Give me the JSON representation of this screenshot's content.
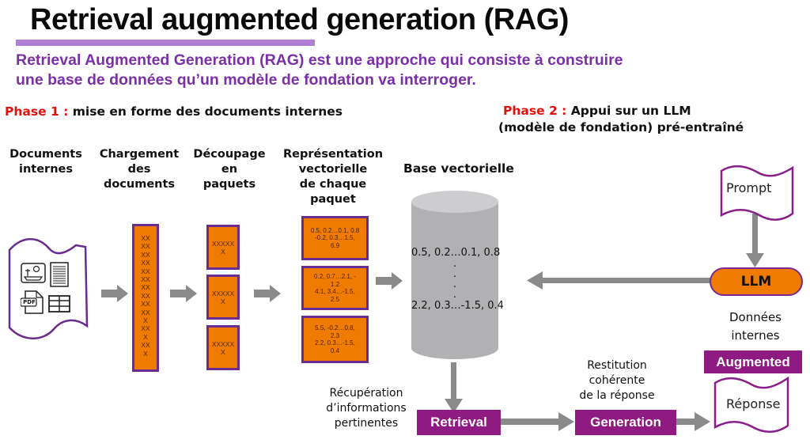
{
  "header": {
    "title": "Retrieval augmented generation (RAG)",
    "subtitle_line1": "Retrieval Augmented Generation (RAG) est une approche qui consiste à construire",
    "subtitle_line2": "une base de données qu’un modèle de fondation va interroger."
  },
  "phase1": {
    "label": "Phase 1 :",
    "text": "mise en forme des documents internes"
  },
  "phase2": {
    "label": "Phase 2 :",
    "text_line1": "Appui sur un LLM",
    "text_line2": "(modèle de fondation) pré-entraîné"
  },
  "columns": [
    {
      "lines": [
        "Documents",
        "internes"
      ]
    },
    {
      "lines": [
        "Chargement",
        "des",
        "documents"
      ]
    },
    {
      "lines": [
        "Découpage",
        "en",
        "paquets"
      ]
    },
    {
      "lines": [
        "Représentation",
        "vectorielle",
        "de chaque",
        "paquet"
      ]
    }
  ],
  "documents_icons": [
    "image-icon",
    "notepad-icon",
    "pdf-icon",
    "table-icon"
  ],
  "pdf_label": "PDF",
  "loaded_document": {
    "rows": [
      "XX",
      "XX",
      "XX",
      "XX",
      "XX",
      "XX",
      "XX",
      "XX",
      "XX",
      "XX",
      "X",
      "XX",
      "X",
      "XX",
      "X"
    ]
  },
  "chunks": [
    {
      "line1": "XXXXX",
      "line2": "X"
    },
    {
      "line1": "XXXXX",
      "line2": "X"
    },
    {
      "line1": "XXXXX",
      "line2": "X"
    }
  ],
  "vectors": [
    {
      "lines": [
        "0.5, 0.2…0.1, 0.8",
        "-0.2, 0.3…1.5,",
        "6.9"
      ]
    },
    {
      "lines": [
        "0.2, 0.7…2.1, -",
        "1.2",
        "4.1, 3.4…-1.5,",
        "2.5"
      ]
    },
    {
      "lines": [
        "5.5, -0.2…0.8,",
        "2.3",
        "2.2, 0.3…-1.5,",
        "0.4"
      ]
    }
  ],
  "vector_db": {
    "title": "Base vectorielle",
    "first_row": "0.5, 0.2…0.1, 0.8",
    "dots": [
      ".",
      ".",
      ".",
      "."
    ],
    "last_row": "2.2, 0.3…-1.5, 0.4"
  },
  "prompt": {
    "label": "Prompt"
  },
  "llm": {
    "label": "LLM"
  },
  "internal_data": {
    "line1": "Données",
    "line2": "internes"
  },
  "augmented": {
    "label": "Augmented"
  },
  "response": {
    "label": "Réponse"
  },
  "retrieval": {
    "label": "Retrieval",
    "caption": [
      "Récupération",
      "d’informations",
      "pertinentes"
    ]
  },
  "generation": {
    "label": "Generation",
    "caption": [
      "Restitution",
      "cohérente",
      "de la réponse"
    ]
  },
  "colors": {
    "accent_purple": "#8e1a82",
    "subtitle_purple": "#7b2fa8",
    "orange": "#ef7b00",
    "phase_red": "#e0100b",
    "arrow_gray": "#8a8a8a",
    "db_gray": "#b3b3b5"
  }
}
